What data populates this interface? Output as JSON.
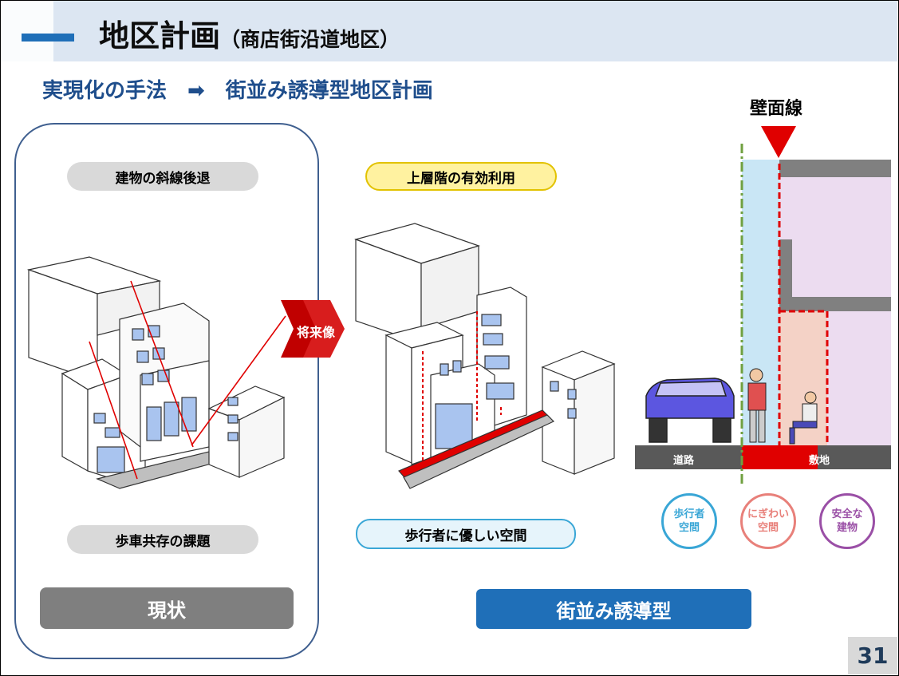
{
  "header": {
    "title": "地区計画",
    "title_sub": "（商店街沿道地区）"
  },
  "subtitle": "実現化の手法　➡　街並み誘導型地区計画",
  "wall_line_label": "壁面線",
  "current": {
    "pill_top": "建物の斜線後退",
    "pill_bottom": "歩車共存の課題",
    "button": "現状"
  },
  "arrow_label": "将来像",
  "future": {
    "pill_top": "上層階の有効利用",
    "pill_bottom": "歩行者に優しい空間",
    "button": "街並み誘導型"
  },
  "section": {
    "road_label": "道路",
    "site_label": "敷地",
    "circles": [
      {
        "line1": "歩行者",
        "line2": "空間",
        "color": "#39a6d6"
      },
      {
        "line1": "にぎわい",
        "line2": "空間",
        "color": "#e8807a"
      },
      {
        "line1": "安全な",
        "line2": "建物",
        "color": "#9a4fa6"
      }
    ]
  },
  "page_number": "31",
  "colors": {
    "accent_blue": "#1f6fb8",
    "red": "#e00000"
  }
}
